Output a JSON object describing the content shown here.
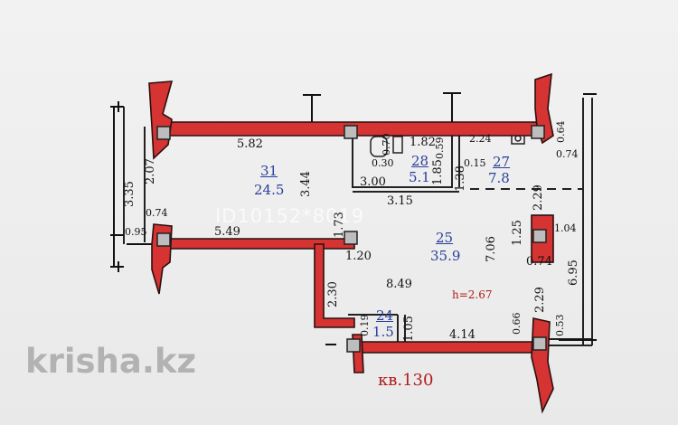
{
  "apartment": {
    "label": "кв.",
    "number": "130"
  },
  "ceiling_height": "h=2.67",
  "listing_id_watermark": "ID10152*8019",
  "site_logo": "krisha.kz",
  "rooms": [
    {
      "number": "31",
      "area": "24.5"
    },
    {
      "number": "28",
      "area": "5.1"
    },
    {
      "number": "27",
      "area": "7.8"
    },
    {
      "number": "25",
      "area": "35.9"
    },
    {
      "number": "24",
      "area": "1.5"
    }
  ],
  "dimensions": {
    "living_top_width": "5.82",
    "living_mid_width": "5.49",
    "living_height_inner": "3.44",
    "living_left_total": "3.35",
    "living_left_upper": "2.07",
    "living_left_small_a": "0.74",
    "living_left_small_b": "0.95",
    "bath_width": "1.82",
    "bath_small_left": "0.30",
    "bath_small_gap": "0.70",
    "bath_height": "1.85",
    "bath_sub": "0.59",
    "bath_sub2": "0.15",
    "bath_bottom": "3.00",
    "bath_side": "1.38",
    "hall_width": "3.15",
    "right_top_a": "2.24",
    "right_top_b": "0.64",
    "right_top_c": "0.74",
    "right_mid_a": "2.29",
    "center_vert_a": "1.73",
    "center_vert_b": "1.20",
    "center_vert_c": "2.30",
    "main_width": "8.49",
    "main_height": "7.06",
    "column_w": "1.25",
    "column_h": "1.04",
    "column_bottom": "0.74",
    "right_total": "6.95",
    "right_lower": "2.29",
    "right_small_a": "0.66",
    "right_small_b": "0.53",
    "bottom_width": "4.14",
    "entry_width": "1.05",
    "entry_small": "0.19"
  }
}
